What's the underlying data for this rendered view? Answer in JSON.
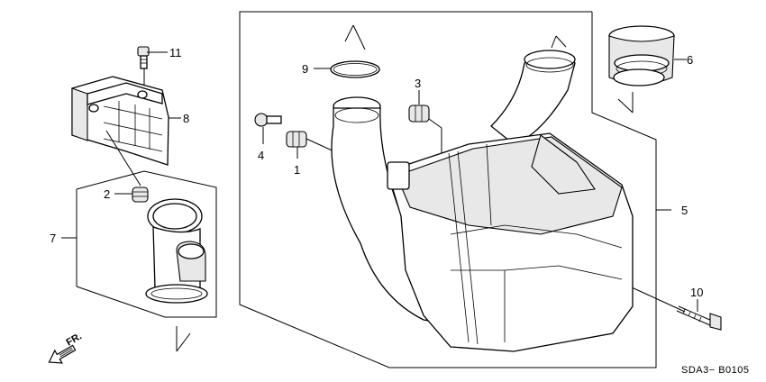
{
  "diagram": {
    "callouts": {
      "c1": "1",
      "c2": "2",
      "c3": "3",
      "c4": "4",
      "c5": "5",
      "c6": "6",
      "c7": "7",
      "c8": "8",
      "c9": "9",
      "c10": "10",
      "c11": "11"
    },
    "front_arrow_label": "FR.",
    "diagram_code": "SDA3− B0105"
  }
}
